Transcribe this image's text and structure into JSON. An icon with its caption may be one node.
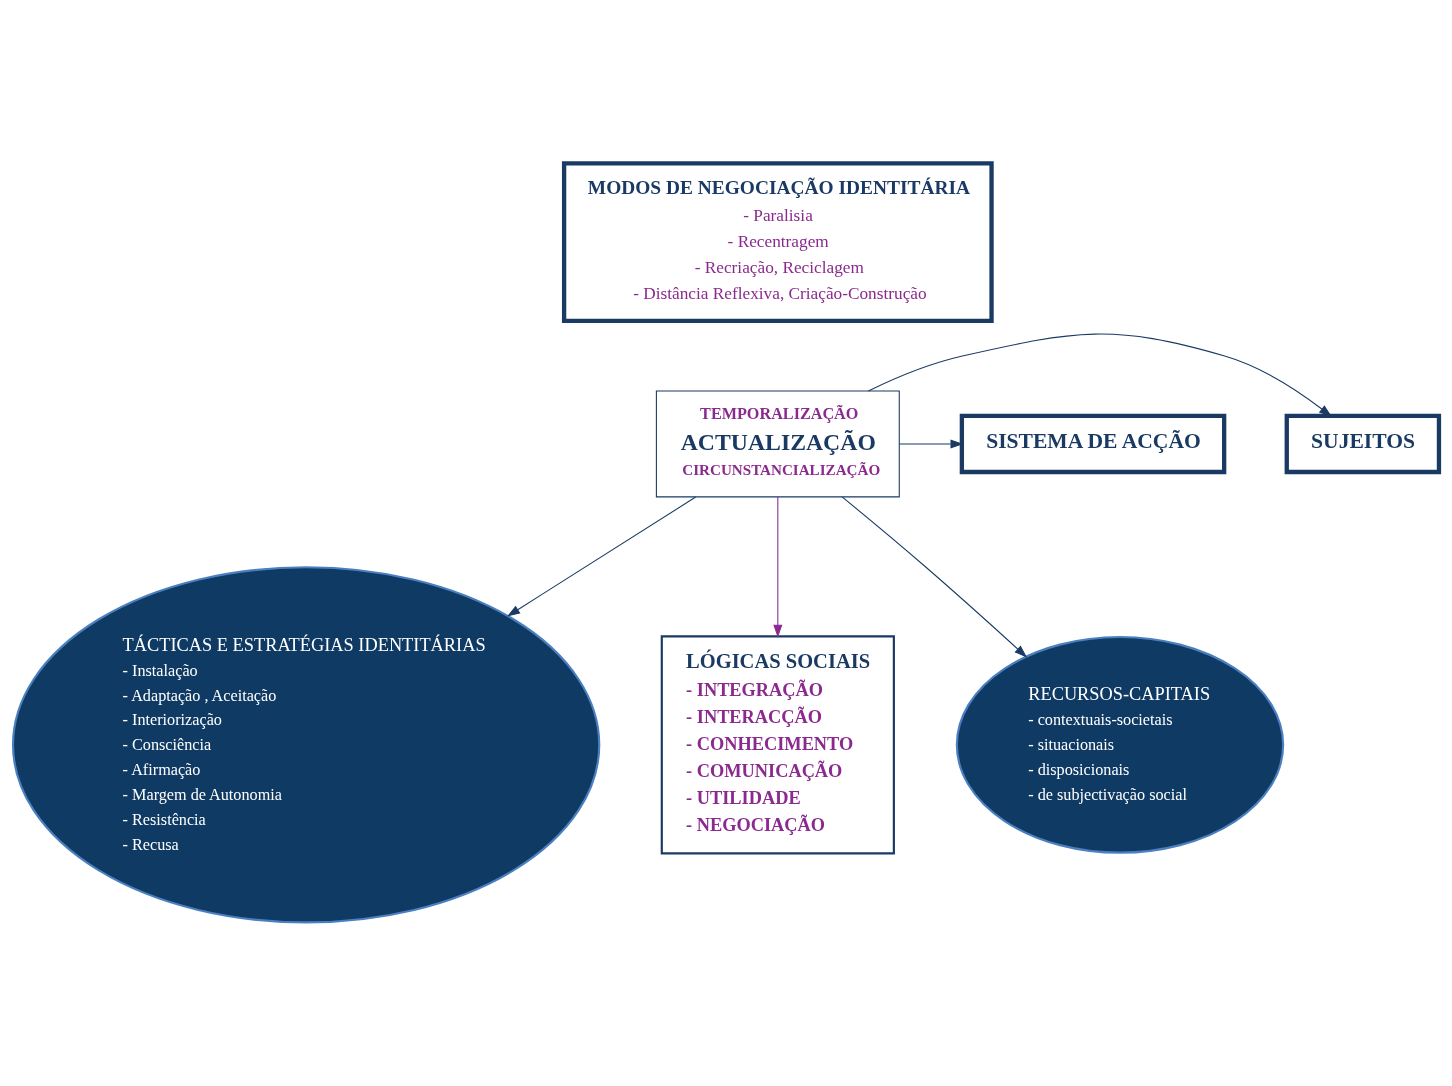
{
  "diagram": {
    "nodes": [
      {
        "text": [
          "MODOS DE NEGOCIAÇÃO IDENTITÁRIA",
          "- Paralisia",
          "- Recentragem",
          "- Recriação, Reciclagem",
          "- Distância Reflexiva, Criação-Construção"
        ]
      },
      {
        "text": [
          "SUJEITOS"
        ]
      },
      {
        "text": [
          "TEMPORALIZAÇÃO",
          "ACTUALIZAÇÃO",
          "CIRCUNSTANCIALIZAÇÃO"
        ]
      },
      {
        "text": [
          "SISTEMA DE ACÇÃO"
        ]
      },
      {
        "text": [
          "TÁCTICAS E ESTRATÉGIAS IDENTITÁRIAS",
          "- Instalação",
          "- Adaptação , Aceitação",
          "- Interiorização",
          "- Consciência",
          "- Afirmação",
          "- Margem de Autonomia",
          "- Resistência",
          "- Recusa"
        ]
      },
      {
        "text": [
          "LÓGICAS SOCIAIS",
          "- INTEGRAÇÃO",
          "- INTERACÇÃO",
          "- CONHECIMENTO",
          "- COMUNICAÇÃO",
          "- UTILIDADE",
          "- NEGOCIAÇÃO"
        ]
      },
      {
        "text": [
          "RECURSOS-CAPITAIS",
          "- contextuais-societais",
          "- situacionais",
          "- disposicionais",
          "- de subjectivação social"
        ]
      }
    ],
    "edges": [
      {
        "from": 2,
        "to": 1,
        "arrow": "to"
      },
      {
        "from": 2,
        "to": 3,
        "arrow": "to"
      },
      {
        "from": 2,
        "to": 4,
        "arrow": "to"
      },
      {
        "from": 2,
        "to": 5,
        "arrow": "to",
        "color": "#8b2a8e"
      },
      {
        "from": 2,
        "to": 6,
        "arrow": "to"
      }
    ]
  }
}
